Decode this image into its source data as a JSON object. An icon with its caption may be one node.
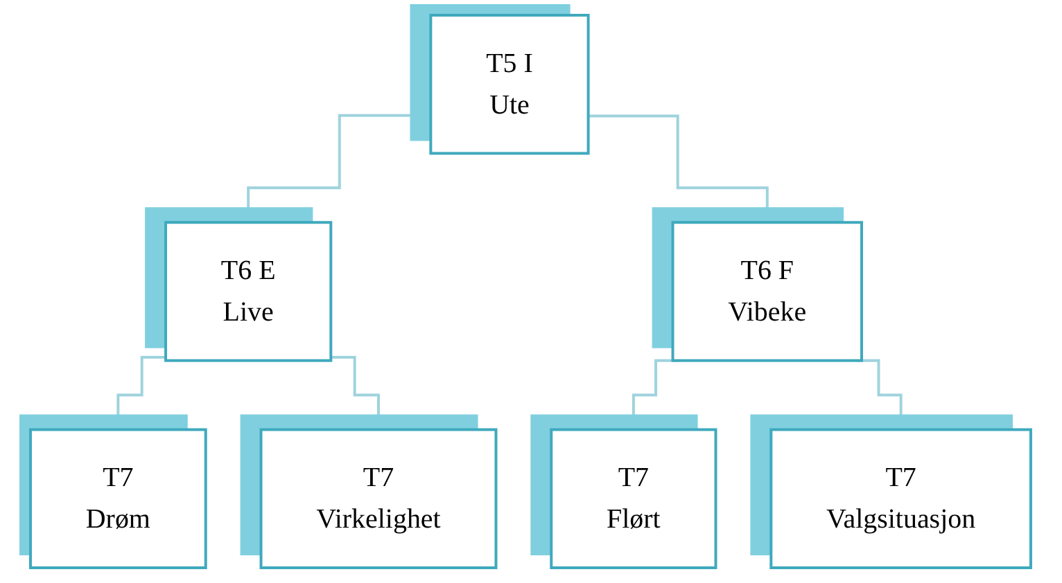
{
  "diagram": {
    "nodes": [
      {
        "text": [
          "T5 I",
          "Ute"
        ]
      },
      {
        "text": [
          "T6 E",
          "Live"
        ]
      },
      {
        "text": [
          "T6 F",
          "Vibeke"
        ]
      },
      {
        "text": [
          "T7",
          "Drøm"
        ]
      },
      {
        "text": [
          "T7",
          "Virkelighet"
        ]
      },
      {
        "text": [
          "T7",
          "Flørt"
        ]
      },
      {
        "text": [
          "T7",
          "Valgsituasjon"
        ]
      }
    ],
    "edges": [
      {
        "from": 0,
        "to": 1,
        "arrow": "none"
      },
      {
        "from": 0,
        "to": 2,
        "arrow": "none"
      },
      {
        "from": 1,
        "to": 3,
        "arrow": "none"
      },
      {
        "from": 1,
        "to": 4,
        "arrow": "none"
      },
      {
        "from": 2,
        "to": 5,
        "arrow": "none"
      },
      {
        "from": 2,
        "to": 6,
        "arrow": "none"
      }
    ]
  }
}
